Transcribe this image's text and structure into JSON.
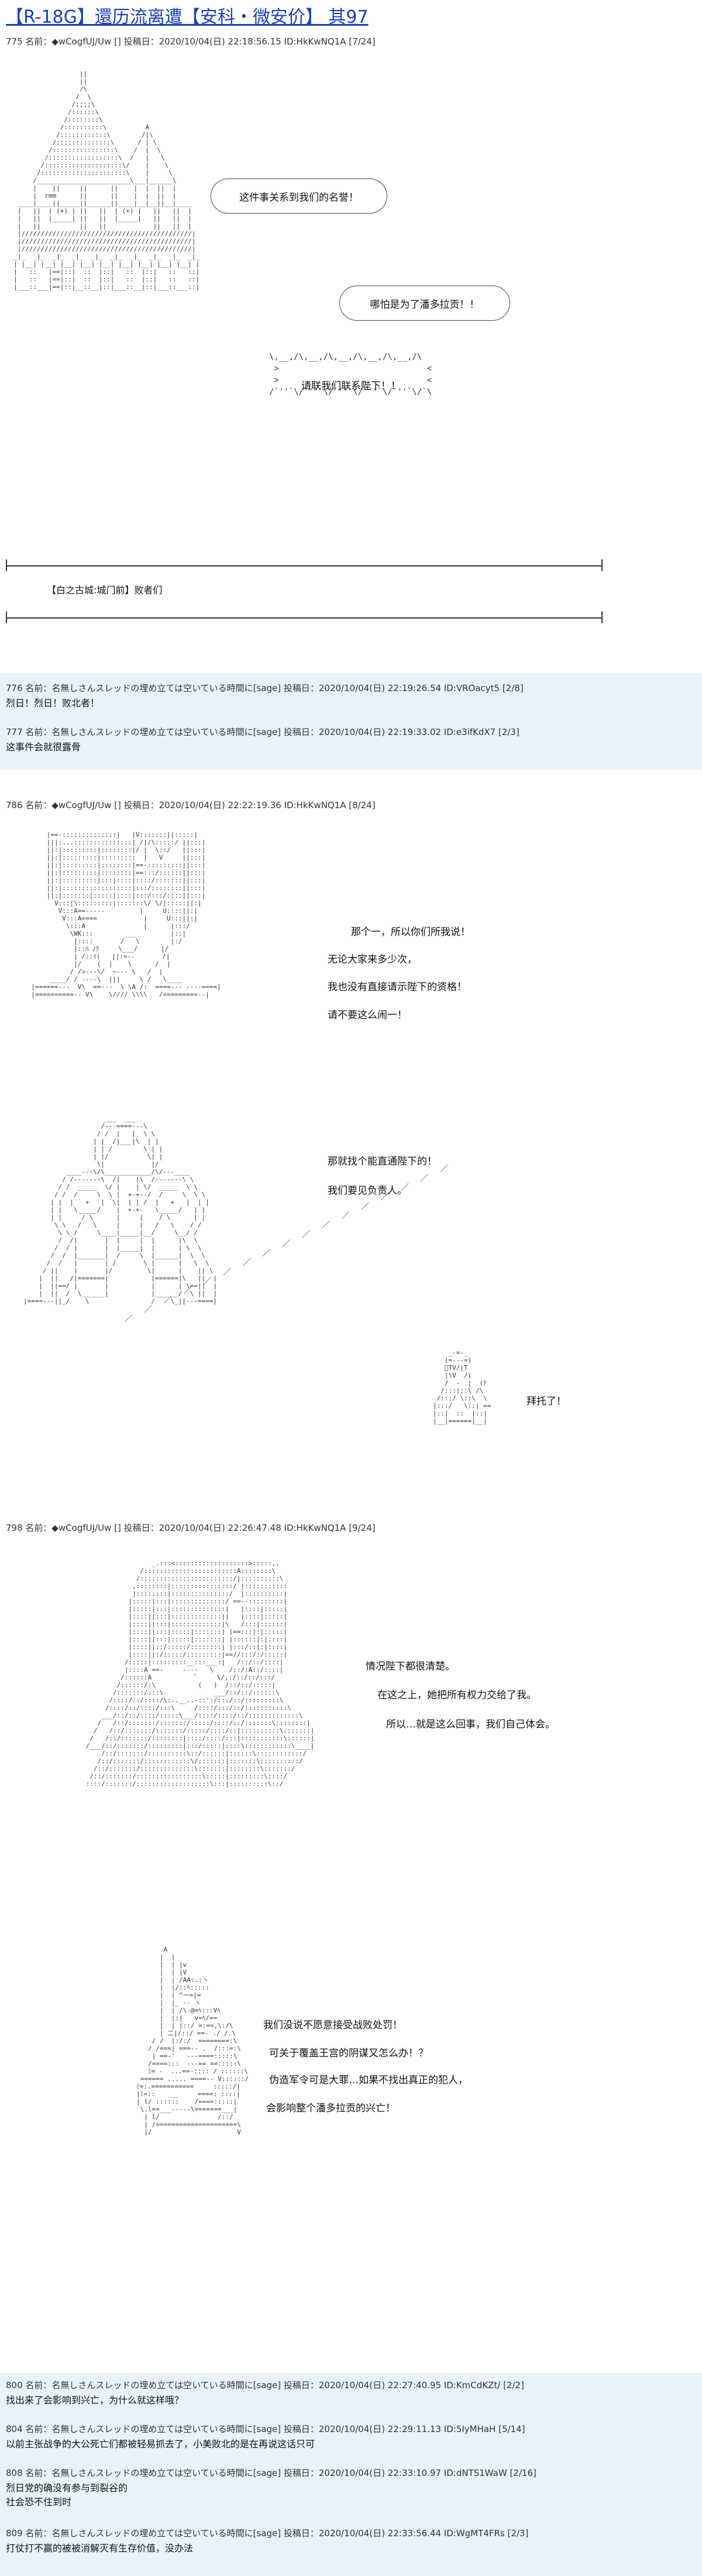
{
  "thread": {
    "title": "【R-18G】還历流离遭【安科・微安价】 其97"
  },
  "posts": [
    {
      "header": "775 名前：◆wCogfUJ/Uw [] 投稿日：2020/10/04(日) 22:18:56.15 ID:HkKwNQ1A [7/24]",
      "bubbles": [
        "这件事关系到我们的名誉！",
        "哪怕是为了潘多拉贡！！",
        "请联我们联系陛下！！"
      ],
      "caption": "【白之古城:城门前】败者们"
    },
    {
      "header": "776 名前：名無しさんスレッドの埋め立ては空いている時間に[sage] 投稿日：2020/10/04(日) 22:19:26.54 ID:VROacyt5 [2/8]",
      "body": "烈日！烈日！败北者！"
    },
    {
      "header": "777 名前：名無しさんスレッドの埋め立ては空いている時間に[sage] 投稿日：2020/10/04(日) 22:19:33.02 ID:e3ifKdX7 [2/3]",
      "body": "这事件会就很露骨"
    },
    {
      "header": "786 名前：◆wCogfUJ/Uw [] 投稿日：2020/10/04(日) 22:22:19.36 ID:HkKwNQ1A [8/24]",
      "lines_a": [
        "那个一，所以你们所我说！",
        "无论大家来多少次，",
        "我也没有直接请示陛下的资格！",
        "请不要这么闹一！"
      ],
      "lines_b": [
        "那就找个能直通陛下的！",
        "我们要见负责人。"
      ],
      "lines_c": [
        "拜托了！"
      ]
    },
    {
      "header": "798 名前：◆wCogfUJ/Uw [] 投稿日：2020/10/04(日) 22:26:47.48 ID:HkKwNQ1A [9/24]",
      "lines_a": [
        "情况陛下都很清楚。",
        "在这之上，她把所有权力交给了我。",
        "所以…就是这么回事，我们自己体会。"
      ],
      "lines_b": [
        "我们没说不愿意接受战败处罚！",
        "可关于覆盖王宫的阴谋又怎么办！？",
        "伪造军令可是大罪…如果不找出真正的犯人，",
        "会影响整个潘多拉贡的兴亡！"
      ]
    },
    {
      "header": "800 名前：名無しさんスレッドの埋め立ては空いている時間に[sage] 投稿日：2020/10/04(日) 22:27:40.95 ID:KmCdKZt/ [2/2]",
      "body": "找出来了会影响到兴亡，为什么就这样哦？"
    },
    {
      "header": "804 名前：名無しさんスレッドの埋め立ては空いている時間に[sage] 投稿日：2020/10/04(日) 22:29:11.13 ID:5IyMHaH [5/14]",
      "body": "以前主张战争的大公死亡们都被轻易抓去了，小美败北的是在再说这话只可"
    },
    {
      "header": "808 名前：名無しさんスレッドの埋め立ては空いている時間に[sage] 投稿日：2020/10/04(日) 22:33:10.97 ID:dNTS1WaW [2/16]",
      "body": "烈日党的确没有参与到裂谷的\n社会恐不住到时"
    },
    {
      "header": "809 名前：名無しさんスレッドの埋め立ては空いている時間に[sage] 投稿日：2020/10/04(日) 22:33:56.44 ID:WgMT4FRs [2/3]",
      "body": "打仗打不赢的被被消解灭有生存价值，没办法"
    }
  ]
}
